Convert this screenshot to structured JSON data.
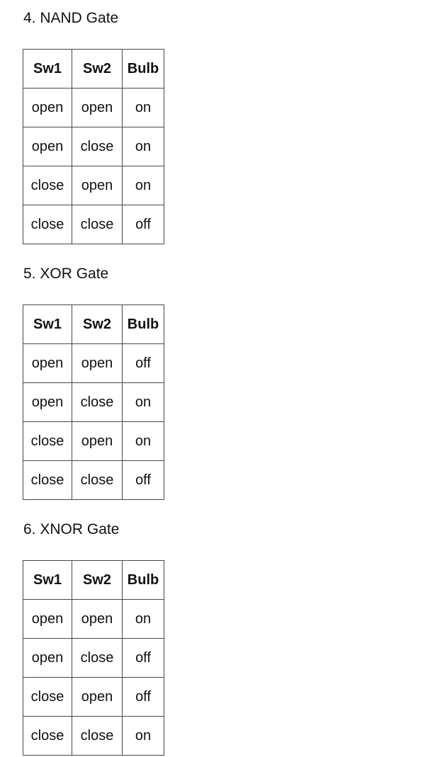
{
  "page": {
    "background": "#ffffff",
    "text_color": "#111111",
    "table_border_color": "#484848"
  },
  "sections": [
    {
      "title": "4. NAND Gate",
      "table": {
        "headers": [
          "Sw1",
          "Sw2",
          "Bulb"
        ],
        "rows": [
          [
            "open",
            "open",
            "on"
          ],
          [
            "open",
            "close",
            "on"
          ],
          [
            "close",
            "open",
            "on"
          ],
          [
            "close",
            "close",
            "off"
          ]
        ]
      }
    },
    {
      "title": "5. XOR Gate",
      "table": {
        "headers": [
          "Sw1",
          "Sw2",
          "Bulb"
        ],
        "rows": [
          [
            "open",
            "open",
            "off"
          ],
          [
            "open",
            "close",
            "on"
          ],
          [
            "close",
            "open",
            "on"
          ],
          [
            "close",
            "close",
            "off"
          ]
        ]
      }
    },
    {
      "title": "6. XNOR Gate",
      "table": {
        "headers": [
          "Sw1",
          "Sw2",
          "Bulb"
        ],
        "rows": [
          [
            "open",
            "open",
            "on"
          ],
          [
            "open",
            "close",
            "off"
          ],
          [
            "close",
            "open",
            "off"
          ],
          [
            "close",
            "close",
            "on"
          ]
        ]
      }
    }
  ]
}
